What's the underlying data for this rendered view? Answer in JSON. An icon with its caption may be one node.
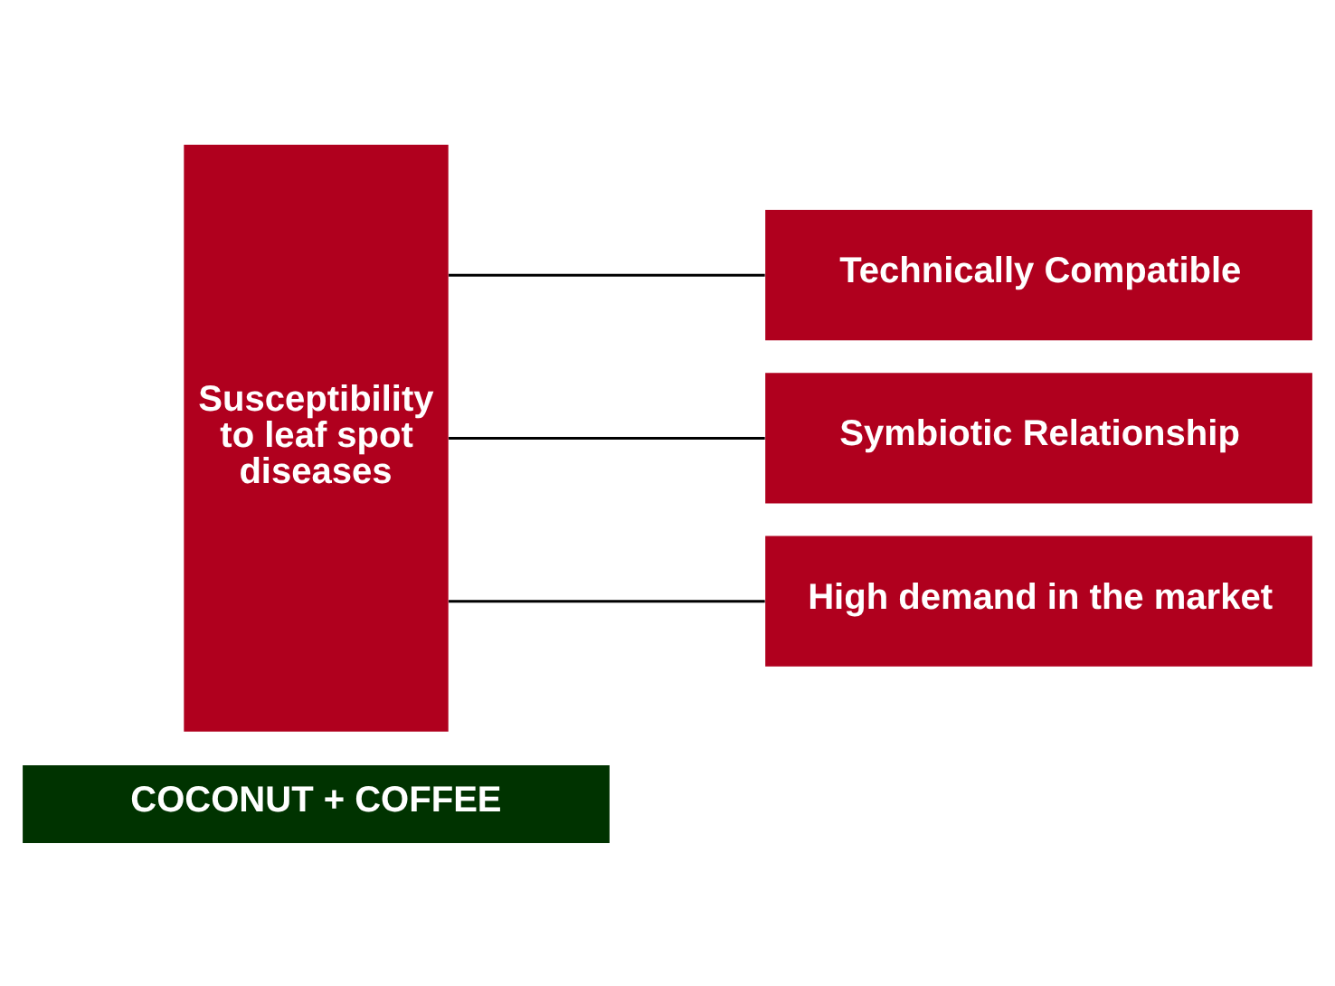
{
  "diagram": {
    "nodes": [
      {
        "text": [
          "COCONUT + COFFEE"
        ]
      },
      {
        "text": [
          "Susceptibility to leaf spot diseases"
        ]
      },
      {
        "text": [
          "Technically Compatible"
        ]
      },
      {
        "text": [
          "Symbiotic Relationship"
        ]
      },
      {
        "text": [
          "High demand in the market"
        ]
      }
    ],
    "edges": [
      {
        "from": 1,
        "to": 2,
        "arrow": "none"
      },
      {
        "from": 1,
        "to": 3,
        "arrow": "none"
      },
      {
        "from": 1,
        "to": 4,
        "arrow": "none"
      }
    ]
  }
}
